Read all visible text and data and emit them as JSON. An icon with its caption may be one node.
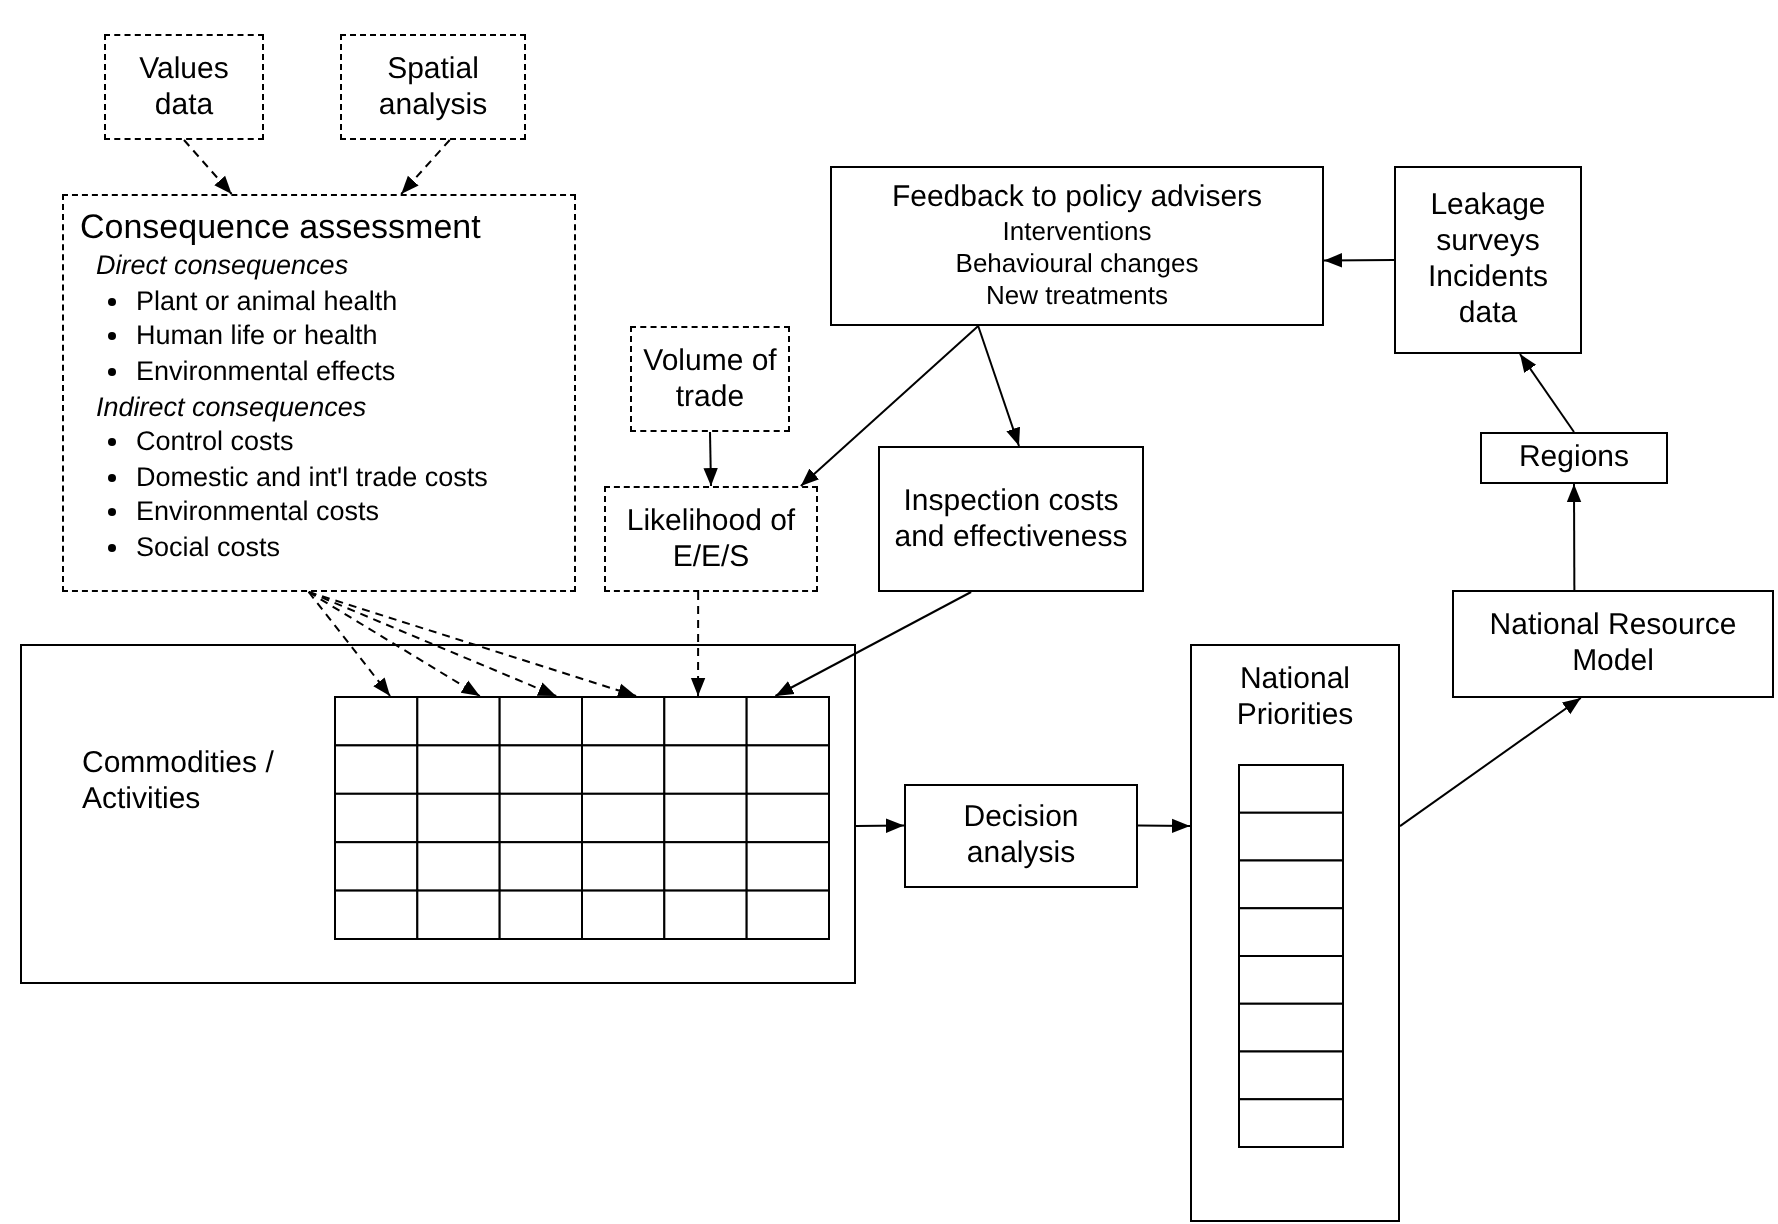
{
  "diagram": {
    "nodes": [
      {
        "text": [
          "Values data"
        ]
      },
      {
        "text": [
          "Spatial analysis"
        ]
      },
      {
        "text": [
          "Consequence assessment",
          "Direct consequences",
          "Plant or animal health",
          "Human life or health",
          "Environmental effects",
          "Indirect consequences",
          "Control costs",
          "Domestic and int'l trade costs",
          "Environmental costs",
          "Social costs"
        ]
      },
      {
        "text": [
          "Feedback to policy advisers",
          "Interventions",
          "Behavioural changes",
          "New treatments"
        ]
      },
      {
        "text": [
          "Leakage surveys",
          "Incidents data"
        ]
      },
      {
        "text": [
          "Volume of trade"
        ]
      },
      {
        "text": [
          "Likelihood of E/E/S"
        ]
      },
      {
        "text": [
          "Inspection costs and effectiveness"
        ]
      },
      {
        "text": [
          "Regions"
        ]
      },
      {
        "text": [
          "Commodities / Activities"
        ]
      },
      {
        "text": [],
        "shape": "grid",
        "in": 9
      },
      {
        "text": [
          "Decision analysis"
        ]
      },
      {
        "text": [
          "National Priorities"
        ]
      },
      {
        "text": [],
        "shape": "grid",
        "in": 12
      },
      {
        "text": [
          "National Resource Model"
        ]
      }
    ],
    "edges": [
      {
        "from": 0,
        "to": 2,
        "arrow": "to",
        "style": "dashed"
      },
      {
        "from": 1,
        "to": 2,
        "arrow": "to",
        "style": "dashed"
      },
      {
        "from": 2,
        "to": 10,
        "arrow": "to",
        "style": "dashed"
      },
      {
        "from": 2,
        "to": 10,
        "arrow": "to",
        "style": "dashed"
      },
      {
        "from": 2,
        "to": 10,
        "arrow": "to",
        "style": "dashed"
      },
      {
        "from": 2,
        "to": 10,
        "arrow": "to",
        "style": "dashed"
      },
      {
        "from": 5,
        "to": 6,
        "arrow": "to"
      },
      {
        "from": 6,
        "to": 10,
        "arrow": "to",
        "style": "dashed"
      },
      {
        "from": 3,
        "to": 6,
        "arrow": "to"
      },
      {
        "from": 3,
        "to": 7,
        "arrow": "to"
      },
      {
        "from": 7,
        "to": 10,
        "arrow": "to"
      },
      {
        "from": 9,
        "to": 11,
        "arrow": "to"
      },
      {
        "from": 11,
        "to": 12,
        "arrow": "to"
      },
      {
        "from": 12,
        "to": 14,
        "arrow": "to"
      },
      {
        "from": 14,
        "to": 8,
        "arrow": "to"
      },
      {
        "from": 8,
        "to": 4,
        "arrow": "to"
      },
      {
        "from": 4,
        "to": 3,
        "arrow": "to"
      }
    ]
  }
}
